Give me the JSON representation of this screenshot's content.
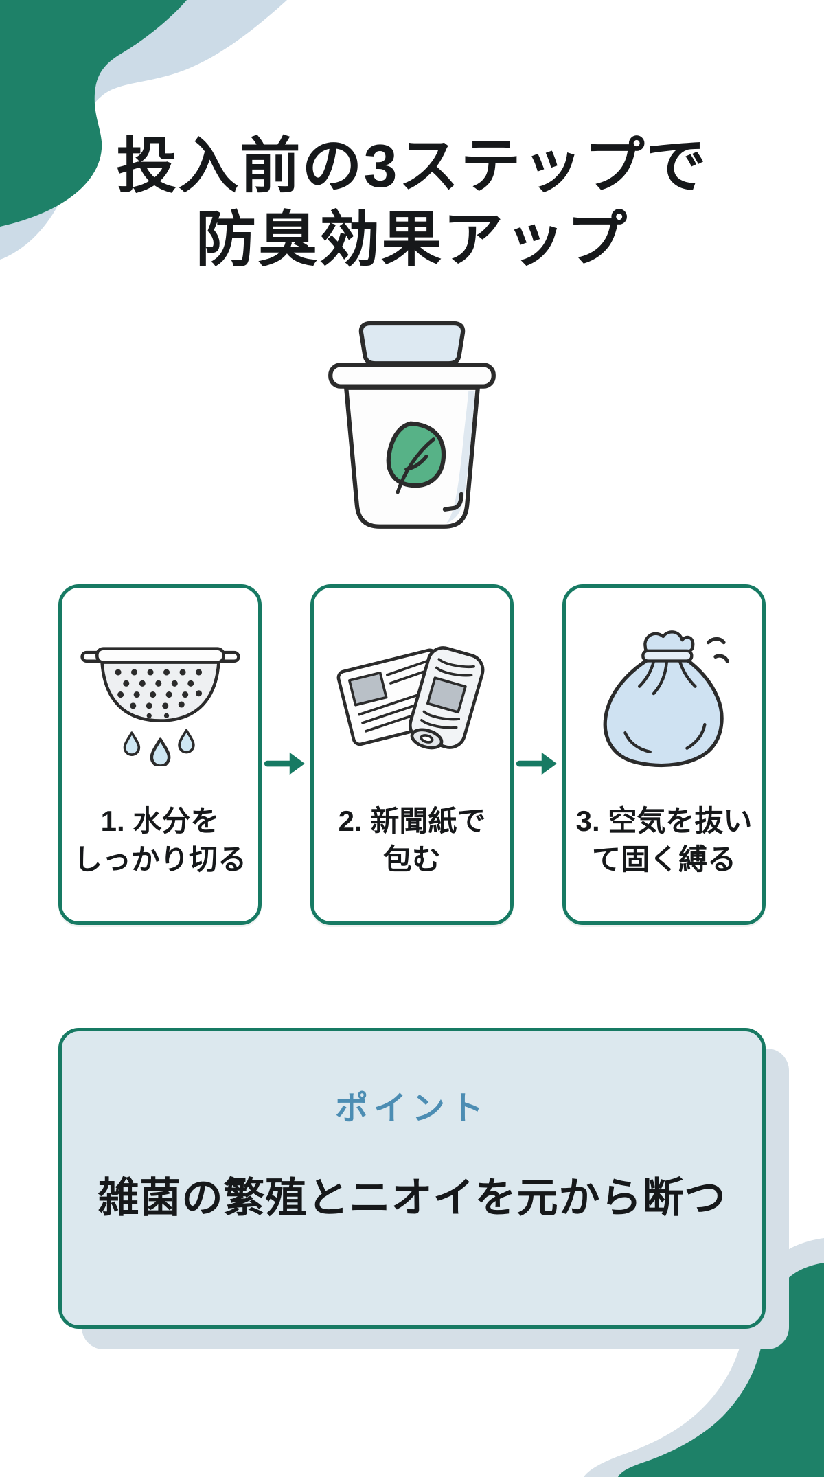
{
  "title": {
    "line1": "投入前の3ステップで",
    "line2": "防臭効果アップ"
  },
  "hero": {
    "icon": "eco-trash-bin-icon"
  },
  "steps": [
    {
      "icon": "colander-drip-icon",
      "caption_line1": "1. 水分を",
      "caption_line2": "しっかり切る"
    },
    {
      "icon": "newspaper-icon",
      "caption_line1": "2. 新聞紙で",
      "caption_line2": "包む"
    },
    {
      "icon": "tied-bag-icon",
      "caption_line1": "3. 空気を抜い",
      "caption_line2": "て固く縛る"
    }
  ],
  "connectors": {
    "icon": "arrow-right-icon",
    "count": 2
  },
  "point": {
    "heading": "ポイント",
    "text": "雑菌の繁殖とニオイを元から断つ"
  },
  "colors": {
    "brand_green": "#177a63",
    "blob_green": "#1e8168",
    "pale_blue": "#ccdbe7",
    "pale_blue_gray": "#d5dfe7",
    "point_bg": "#dce8ee",
    "point_heading_color": "#4c8db3",
    "text_color": "#16181a",
    "icon_outline": "#2b2b2b",
    "leaf_green": "#57b287",
    "water_blue": "#cfe7f3",
    "bag_blue": "#cfe2f2",
    "bin_flap_blue": "#dde9f2",
    "newspaper_gray": "#b9c0c7"
  }
}
